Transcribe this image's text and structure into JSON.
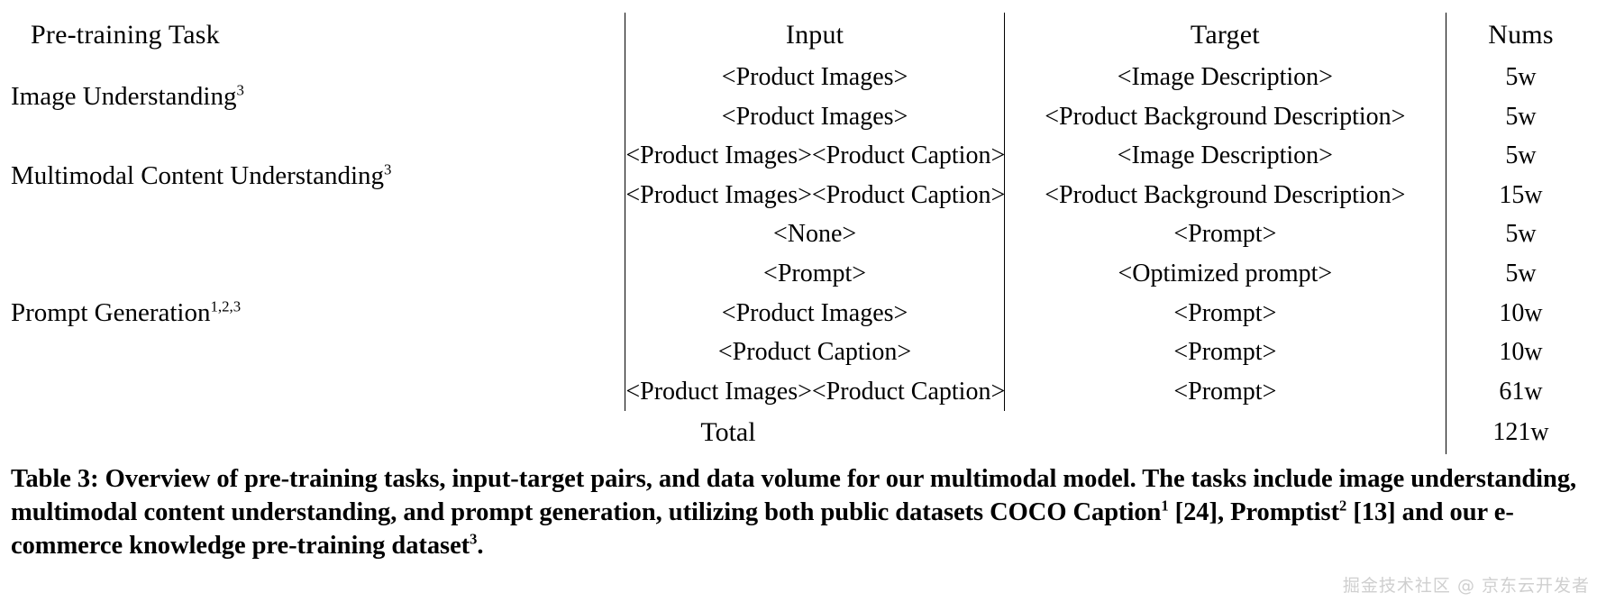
{
  "table": {
    "columns": [
      "Pre-training Task",
      "Input",
      "Target",
      "Nums"
    ],
    "rows": [
      {
        "task": "Image Understanding",
        "task_sup": "3",
        "inputs": [
          "<Product Images>",
          "<Product Images>"
        ],
        "targets": [
          "<Image Description>",
          "<Product Background Description>"
        ],
        "nums": [
          "5w",
          "5w"
        ]
      },
      {
        "task": "Multimodal Content Understanding",
        "task_sup": "3",
        "inputs": [
          "<Product Images><Product Caption>",
          "<Product Images><Product Caption>"
        ],
        "targets": [
          "<Image Description>",
          "<Product Background Description>"
        ],
        "nums": [
          "5w",
          "15w"
        ]
      },
      {
        "task": "Prompt Generation",
        "task_sup": "1,2,3",
        "inputs": [
          "<None>",
          "<Prompt>",
          "<Product Images>",
          "<Product Caption>",
          "<Product Images><Product Caption>"
        ],
        "targets": [
          "<Prompt>",
          "<Optimized prompt>",
          "<Prompt>",
          "<Prompt>",
          "<Prompt>"
        ],
        "nums": [
          "5w",
          "5w",
          "10w",
          "10w",
          "61w"
        ]
      }
    ],
    "total_label": "Total",
    "total_value": "121w"
  },
  "caption": {
    "part1": "Table 3: Overview of pre-training tasks, input-target pairs, and data volume for our multimodal model. The tasks include image understanding, multimodal content understanding, and prompt generation, utilizing both public datasets COCO Caption",
    "sup1": "1",
    "part2": " [24], Promptist",
    "sup2": "2",
    "part3": " [13] and our e-commerce knowledge pre-training dataset",
    "sup3": "3",
    "part4": "."
  },
  "watermark": {
    "text": "掘金技术社区 @ 京东云开发者"
  }
}
